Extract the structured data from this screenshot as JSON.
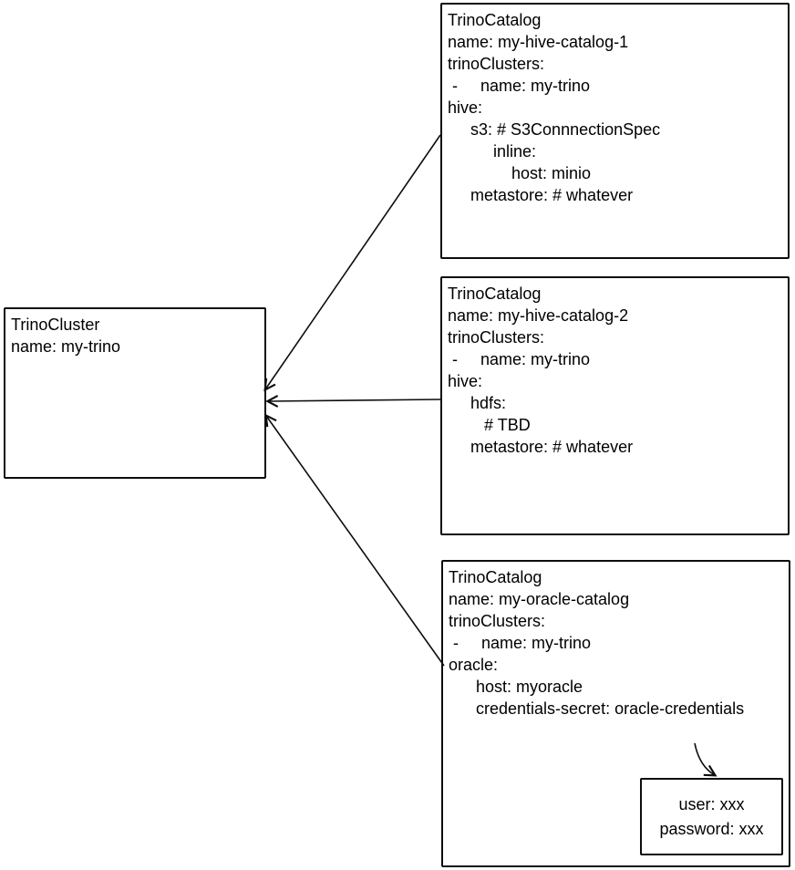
{
  "diagram": {
    "title": "TrinoCluster and TrinoCatalog resources sketch",
    "background": "#ffffff",
    "stroke_color": "#0d0d0d",
    "text_color": "#000000",
    "nodes": {
      "cluster": {
        "id": "trino-cluster",
        "lines": [
          "TrinoCluster",
          "name: my-trino"
        ]
      },
      "catalog1": {
        "id": "trino-catalog-hive-1",
        "lines": [
          "TrinoCatalog",
          "name: my-hive-catalog-1",
          "trinoClusters:",
          " -     name: my-trino",
          "hive:",
          "     s3: # S3ConnnectionSpec",
          "          inline:",
          "              host: minio",
          "     metastore: # whatever"
        ]
      },
      "catalog2": {
        "id": "trino-catalog-hive-2",
        "lines": [
          "TrinoCatalog",
          "name: my-hive-catalog-2",
          "trinoClusters:",
          " -     name: my-trino",
          "hive:",
          "     hdfs:",
          "        # TBD",
          "     metastore: # whatever"
        ]
      },
      "catalog3": {
        "id": "trino-catalog-oracle",
        "lines": [
          "TrinoCatalog",
          "name: my-oracle-catalog",
          "trinoClusters:",
          " -     name: my-trino",
          "oracle:",
          "      host: myoracle",
          "      credentials-secret: oracle-credentials"
        ]
      },
      "credentials": {
        "id": "oracle-credentials-secret",
        "lines": [
          "user: xxx",
          "password: xxx"
        ]
      }
    },
    "connectors": [
      {
        "from": "trino-catalog-hive-1",
        "to": "trino-cluster",
        "arrow": "open"
      },
      {
        "from": "trino-catalog-hive-2",
        "to": "trino-cluster",
        "arrow": "open"
      },
      {
        "from": "trino-catalog-oracle",
        "to": "trino-cluster",
        "arrow": "open"
      },
      {
        "from": "credentials-secret reference",
        "to": "oracle-credentials-secret",
        "arrow": "open"
      }
    ]
  }
}
